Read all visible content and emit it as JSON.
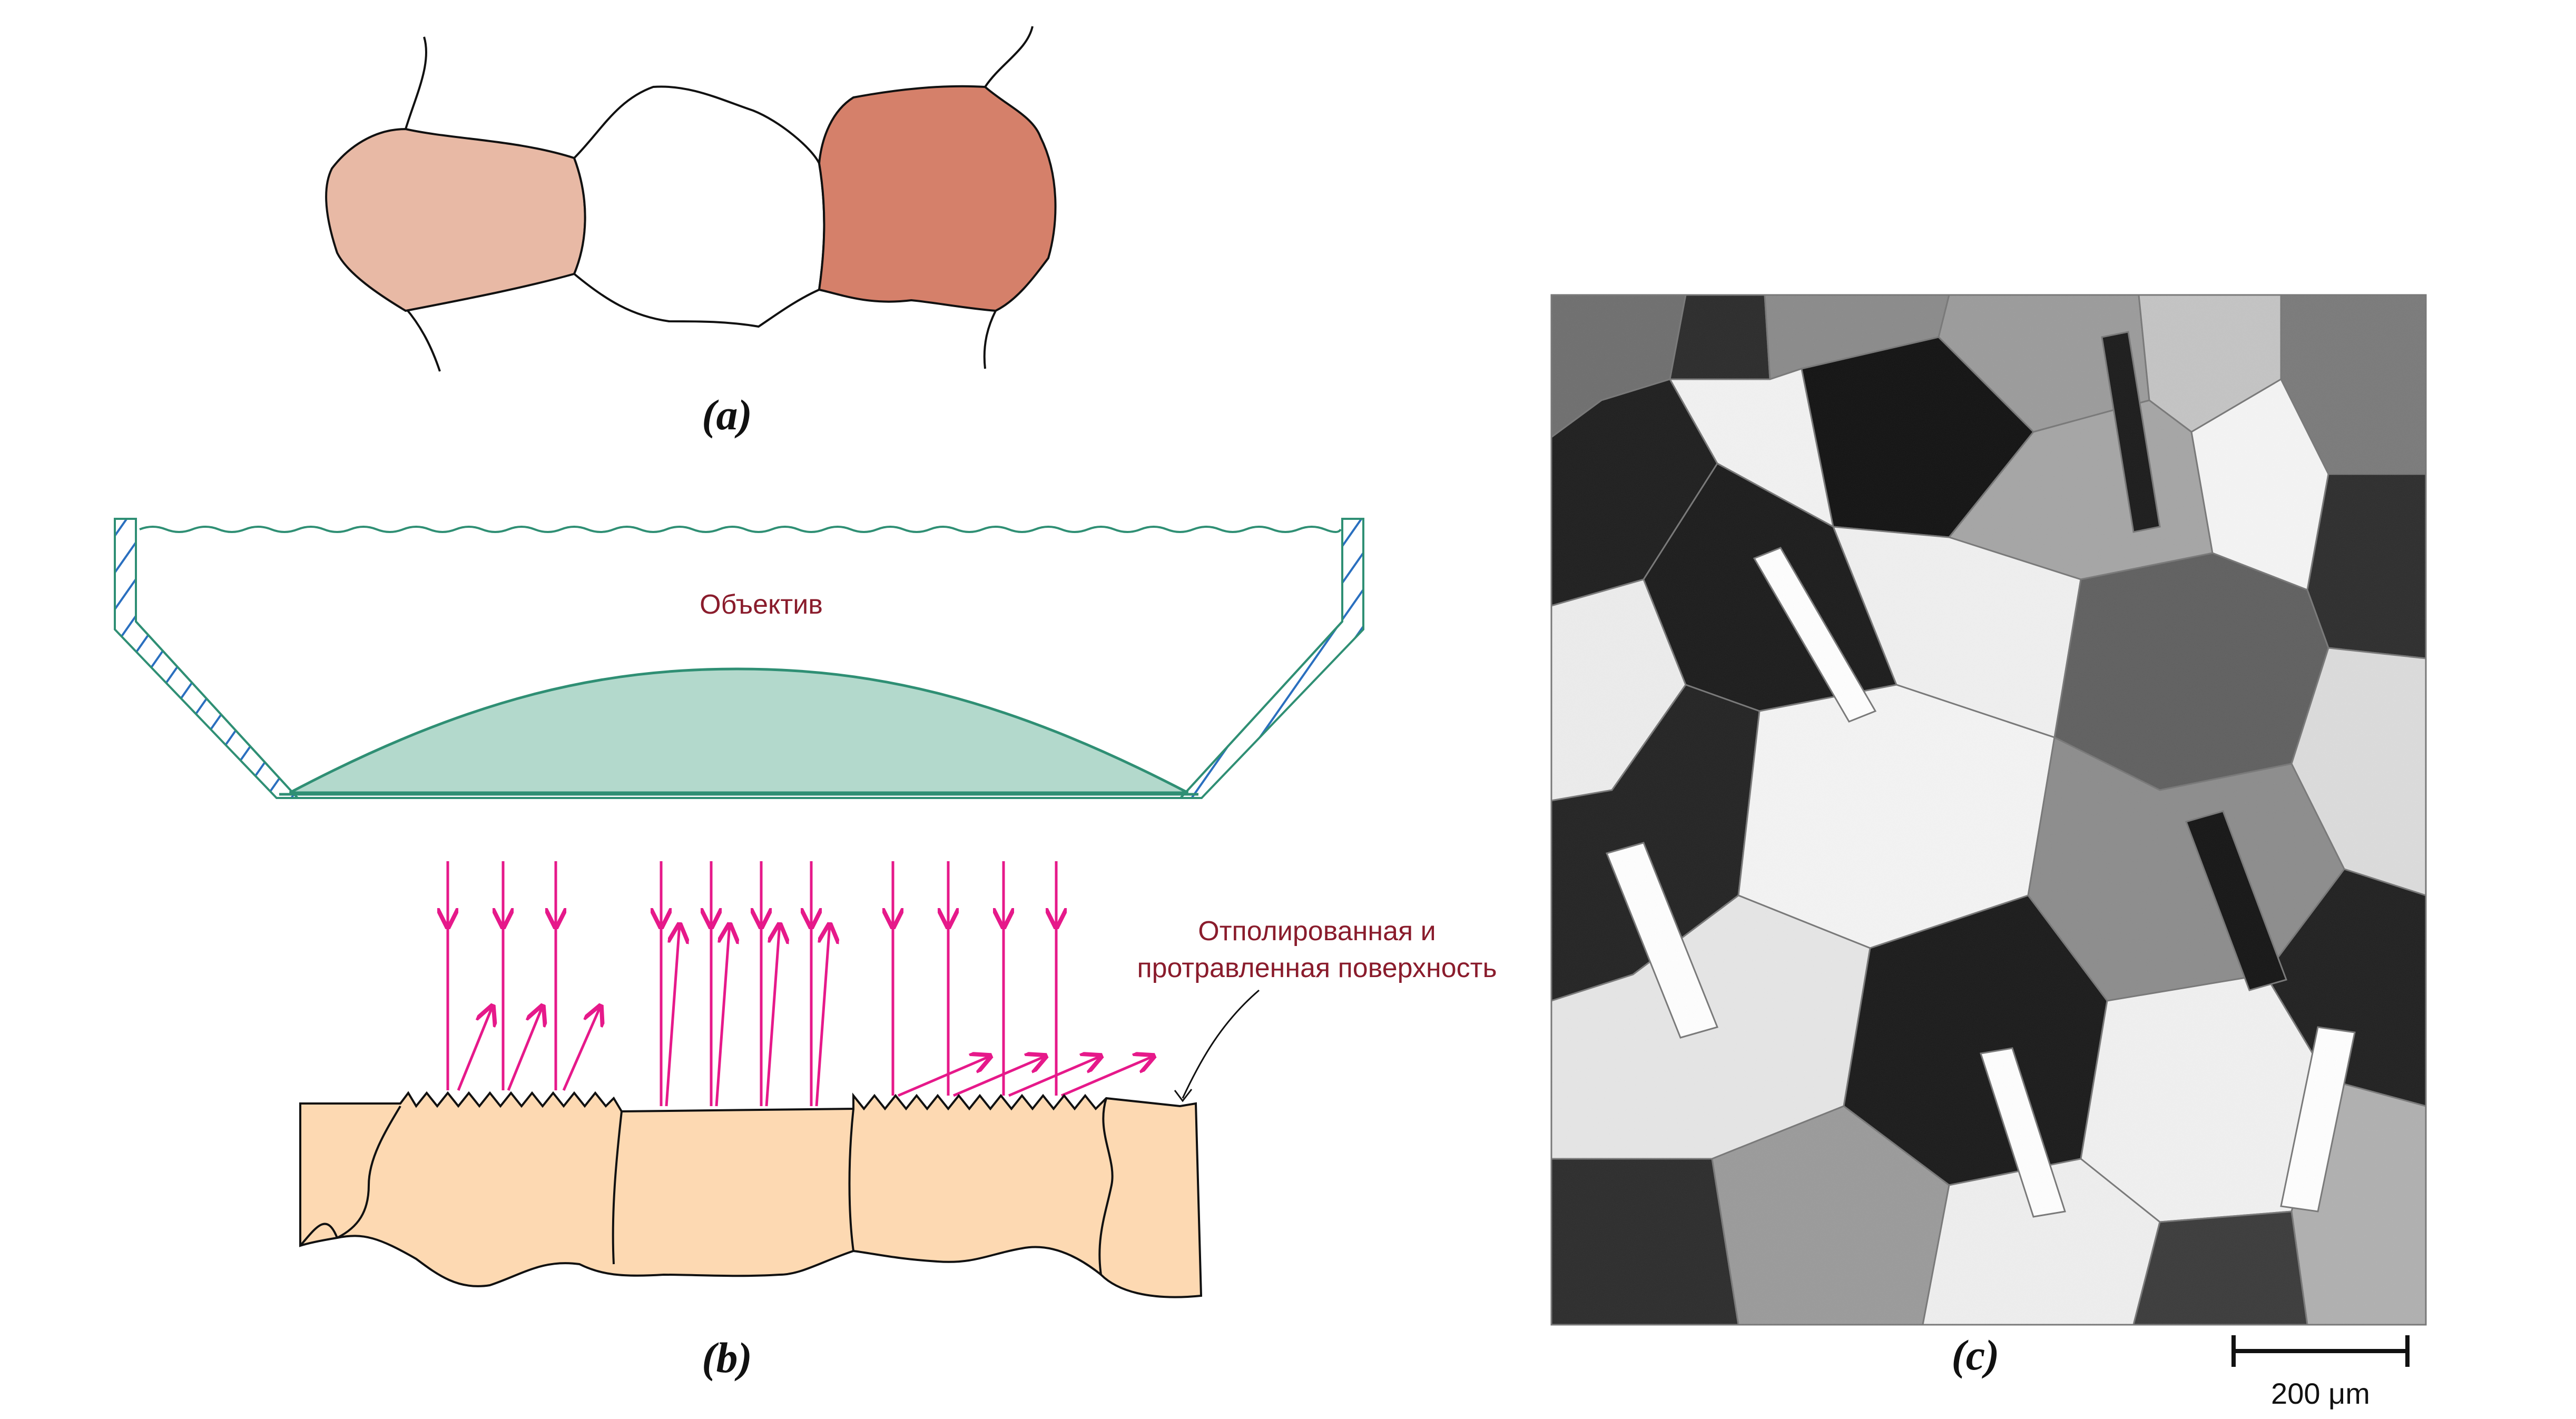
{
  "figure": {
    "panel_a": {
      "label": "(a)"
    },
    "panel_b": {
      "label": "(b)",
      "objective_label": "Объектив",
      "surface_label_line1": "Отполированная и",
      "surface_label_line2": "протравленная поверхность"
    },
    "panel_c": {
      "label": "(c)",
      "scale_bar_label": "200 μm"
    }
  },
  "colors": {
    "grain_light": "#e8b9a5",
    "grain_dark": "#d5806a",
    "lens": "#b3d9cc",
    "lens_outline": "#2f8f74",
    "arrows": "#e6198a",
    "specimen": "#fdd9b2",
    "annotation_text": "#8a1c2c"
  },
  "icons": {
    "hatch": "hatched-housing-wall",
    "arrow": "light-ray-arrow"
  }
}
